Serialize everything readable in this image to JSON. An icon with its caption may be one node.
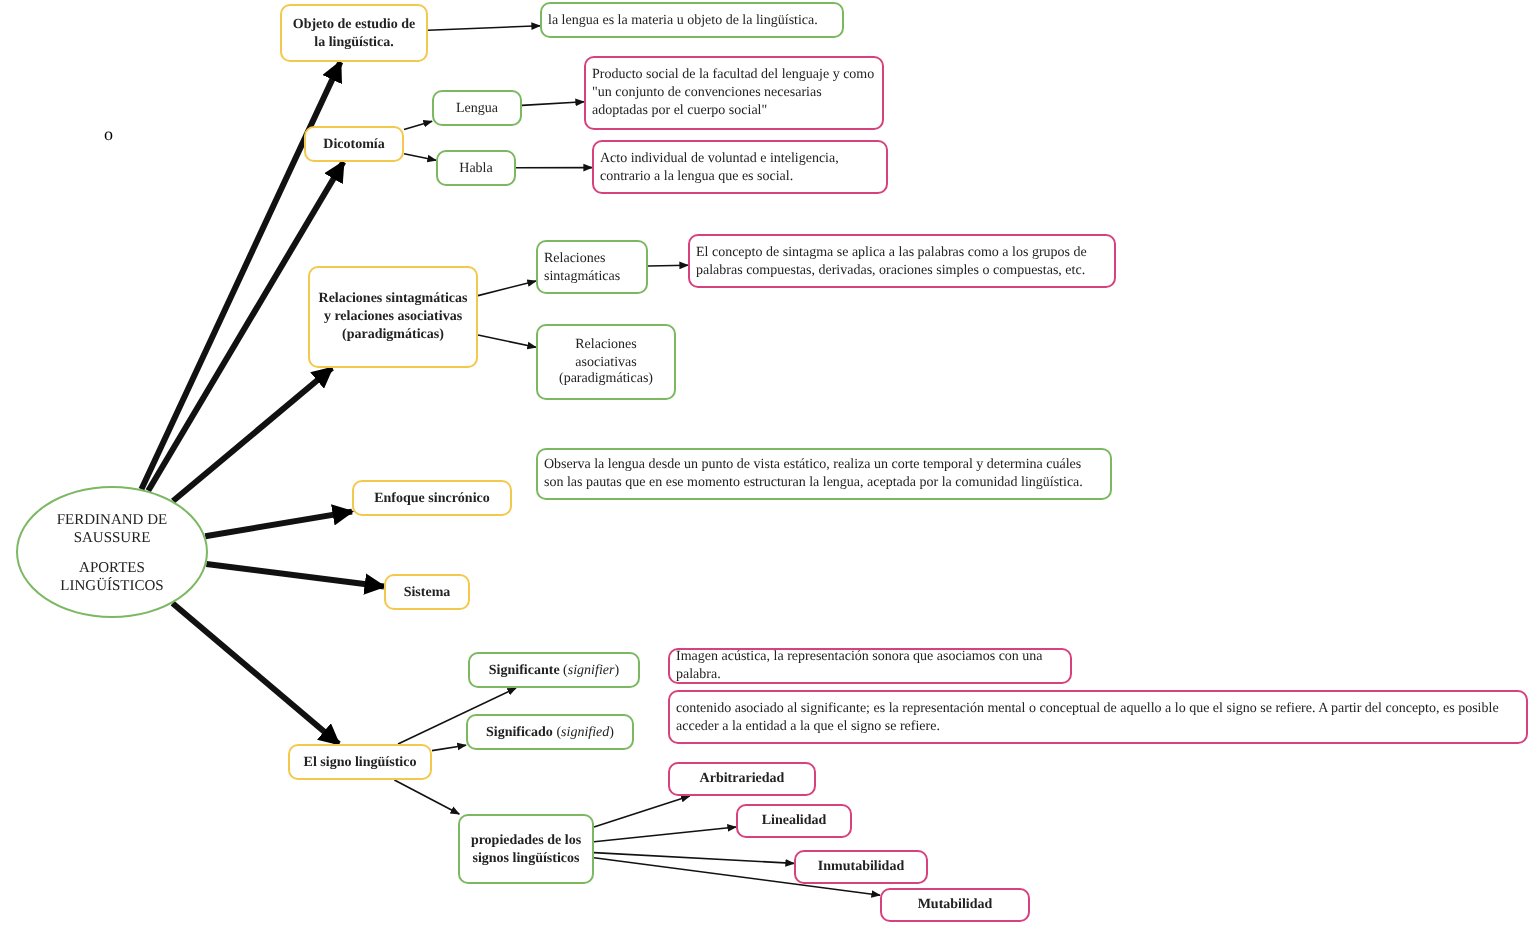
{
  "diagram": {
    "nodes": [
      {
        "text": [
          "FERDINAND DE SAUSSURE",
          "APORTES LINGÜÍSTICOS"
        ]
      },
      {
        "text": [
          "Objeto de estudio de la lingüística."
        ]
      },
      {
        "text": [
          "la lengua es la materia u objeto de la lingüística."
        ]
      },
      {
        "text": [
          "Dicotomía"
        ]
      },
      {
        "text": [
          "Lengua"
        ]
      },
      {
        "text": [
          "Producto social de la facultad del lenguaje y como \"un conjunto de convenciones necesarias adoptadas por el cuerpo social\""
        ]
      },
      {
        "text": [
          "Habla"
        ]
      },
      {
        "text": [
          "Acto individual de voluntad e inteligencia, contrario a la lengua que es social."
        ]
      },
      {
        "text": [
          "Relaciones sintagmáticas y relaciones asociativas (paradigmáticas)"
        ]
      },
      {
        "text": [
          "Relaciones sintagmáticas"
        ]
      },
      {
        "text": [
          "El concepto de sintagma se aplica a las palabras como a los grupos de palabras compuestas, derivadas, oraciones simples o compuestas, etc."
        ]
      },
      {
        "text": [
          "Relaciones asociativas (paradigmáticas)"
        ]
      },
      {
        "text": [
          "Enfoque sincrónico"
        ]
      },
      {
        "text": [
          "Observa la lengua desde un punto de vista estático, realiza un corte temporal y determina cuáles son las pautas que en ese momento estructuran la lengua, aceptada por la comunidad lingüística."
        ]
      },
      {
        "text": [
          "Sistema"
        ]
      },
      {
        "text": [
          "El signo lingüístico"
        ]
      },
      {
        "text": [
          "**Significante** (*signifier*)"
        ]
      },
      {
        "text": [
          "Imagen acústica, la representación sonora que asociamos con una palabra."
        ]
      },
      {
        "text": [
          "**Significado** (*signified*)"
        ]
      },
      {
        "text": [
          "contenido asociado al significante; es la representación mental o conceptual de aquello a lo que el signo se refiere. A partir del concepto, es posible acceder a la entidad a la que el signo se refiere."
        ]
      },
      {
        "text": [
          "propiedades de los signos lingüísticos"
        ]
      },
      {
        "text": [
          "Arbitrariedad"
        ]
      },
      {
        "text": [
          "Linealidad"
        ]
      },
      {
        "text": [
          "Inmutabilidad"
        ]
      },
      {
        "text": [
          "Mutabilidad"
        ]
      }
    ],
    "edges": [
      {
        "from": 0,
        "to": 1,
        "arrow": "to",
        "style": "thick"
      },
      {
        "from": 0,
        "to": 3,
        "arrow": "to",
        "style": "thick"
      },
      {
        "from": 0,
        "to": 8,
        "arrow": "to",
        "style": "thick"
      },
      {
        "from": 0,
        "to": 12,
        "arrow": "to",
        "style": "thick"
      },
      {
        "from": 0,
        "to": 14,
        "arrow": "to",
        "style": "thick"
      },
      {
        "from": 0,
        "to": 15,
        "arrow": "to",
        "style": "thick"
      },
      {
        "from": 1,
        "to": 2,
        "arrow": "to"
      },
      {
        "from": 3,
        "to": 4,
        "arrow": "to"
      },
      {
        "from": 3,
        "to": 6,
        "arrow": "to"
      },
      {
        "from": 4,
        "to": 5,
        "arrow": "to"
      },
      {
        "from": 6,
        "to": 7,
        "arrow": "to"
      },
      {
        "from": 8,
        "to": 9,
        "arrow": "to"
      },
      {
        "from": 8,
        "to": 11,
        "arrow": "to"
      },
      {
        "from": 9,
        "to": 10,
        "arrow": "to"
      },
      {
        "from": 15,
        "to": 16,
        "arrow": "to"
      },
      {
        "from": 15,
        "to": 18,
        "arrow": "to"
      },
      {
        "from": 15,
        "to": 20,
        "arrow": "to"
      },
      {
        "from": 20,
        "to": 21,
        "arrow": "to"
      },
      {
        "from": 20,
        "to": 22,
        "arrow": "to"
      },
      {
        "from": 20,
        "to": 23,
        "arrow": "to"
      },
      {
        "from": 20,
        "to": 24,
        "arrow": "to"
      }
    ],
    "labels": [
      "o"
    ]
  }
}
